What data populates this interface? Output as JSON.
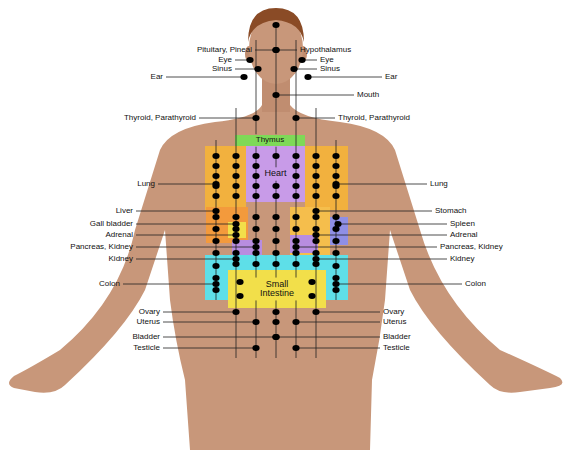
{
  "diagram": {
    "nodes": [
      {
        "text": [
          "Thymus"
        ]
      },
      {
        "text": [
          "Heart"
        ]
      },
      {
        "text": [
          "Small Intestine"
        ]
      }
    ],
    "labels": [
      "Pituitary, Pineal",
      "Hypothalamus",
      "Eye",
      "Eye",
      "Sinus",
      "Sinus",
      "Ear",
      "Ear",
      "Mouth",
      "Thyroid, Parathyroid",
      "Thyroid, Parathyroid",
      "Lung",
      "Lung",
      "Liver",
      "Stomach",
      "Gall bladder",
      "Spleen",
      "Adrenal",
      "Adrenal",
      "Pancreas, Kidney",
      "Pancreas, Kidney",
      "Kidney",
      "Kidney",
      "Colon",
      "Colon",
      "Ovary",
      "Ovary",
      "Uterus",
      "Uterus",
      "Bladder",
      "Bladder",
      "Testicle",
      "Testicle"
    ]
  }
}
